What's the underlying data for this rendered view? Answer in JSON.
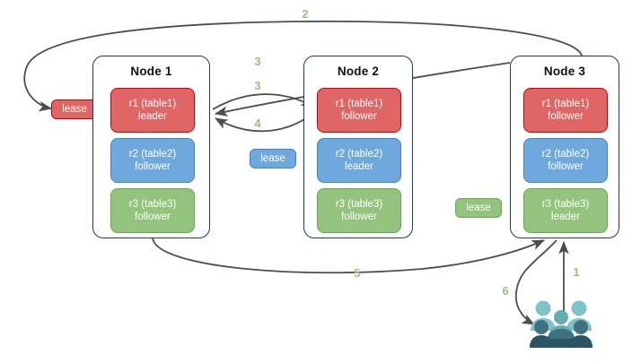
{
  "diagram": {
    "title": "Multi-Raft lease and request routing diagram",
    "colors": {
      "red_fill": "#e06666",
      "red_border": "#cc0000",
      "blue_fill": "#6fa8dc",
      "blue_border": "#3d85c6",
      "green_fill": "#93c47d",
      "green_border": "#6aa84f",
      "node_border": "#1f3864",
      "arrow": "#4d4d4d",
      "label_green": "#93c47d",
      "user_light": "#76c0c4",
      "user_mid": "#5a9ba0",
      "user_dark": "#3f6d79",
      "user_darker": "#2b5060"
    },
    "nodes": [
      {
        "id": "node1",
        "title": "Node 1",
        "replicas": [
          {
            "id": "n1r1",
            "line1": "r1 (table1)",
            "line2": "leader",
            "color": "red"
          },
          {
            "id": "n1r2",
            "line1": "r2 (table2)",
            "line2": "follower",
            "color": "blue"
          },
          {
            "id": "n1r3",
            "line1": "r3 (table3)",
            "line2": "follower",
            "color": "green"
          }
        ]
      },
      {
        "id": "node2",
        "title": "Node 2",
        "replicas": [
          {
            "id": "n2r1",
            "line1": "r1 (table1)",
            "line2": "follower",
            "color": "red"
          },
          {
            "id": "n2r2",
            "line1": "r2 (table2)",
            "line2": "leader",
            "color": "blue"
          },
          {
            "id": "n2r3",
            "line1": "r3 (table3)",
            "line2": "follower",
            "color": "green"
          }
        ]
      },
      {
        "id": "node3",
        "title": "Node 3",
        "replicas": [
          {
            "id": "n3r1",
            "line1": "r1 (table1)",
            "line2": "follower",
            "color": "red"
          },
          {
            "id": "n3r2",
            "line1": "r2 (table2)",
            "line2": "follower",
            "color": "blue"
          },
          {
            "id": "n3r3",
            "line1": "r3 (table3)",
            "line2": "leader",
            "color": "green"
          }
        ]
      }
    ],
    "leases": [
      {
        "id": "lease-red",
        "label": "lease",
        "color": "red"
      },
      {
        "id": "lease-blue",
        "label": "lease",
        "color": "blue"
      },
      {
        "id": "lease-green",
        "label": "lease",
        "color": "green"
      }
    ],
    "edge_labels": [
      {
        "id": "step-1",
        "label": "1"
      },
      {
        "id": "step-2",
        "label": "2"
      },
      {
        "id": "step-3a",
        "label": "3"
      },
      {
        "id": "step-3b",
        "label": "3"
      },
      {
        "id": "step-4",
        "label": "4"
      },
      {
        "id": "step-5",
        "label": "5"
      },
      {
        "id": "step-6",
        "label": "6"
      }
    ],
    "client": {
      "icon": "users-group-icon"
    }
  }
}
